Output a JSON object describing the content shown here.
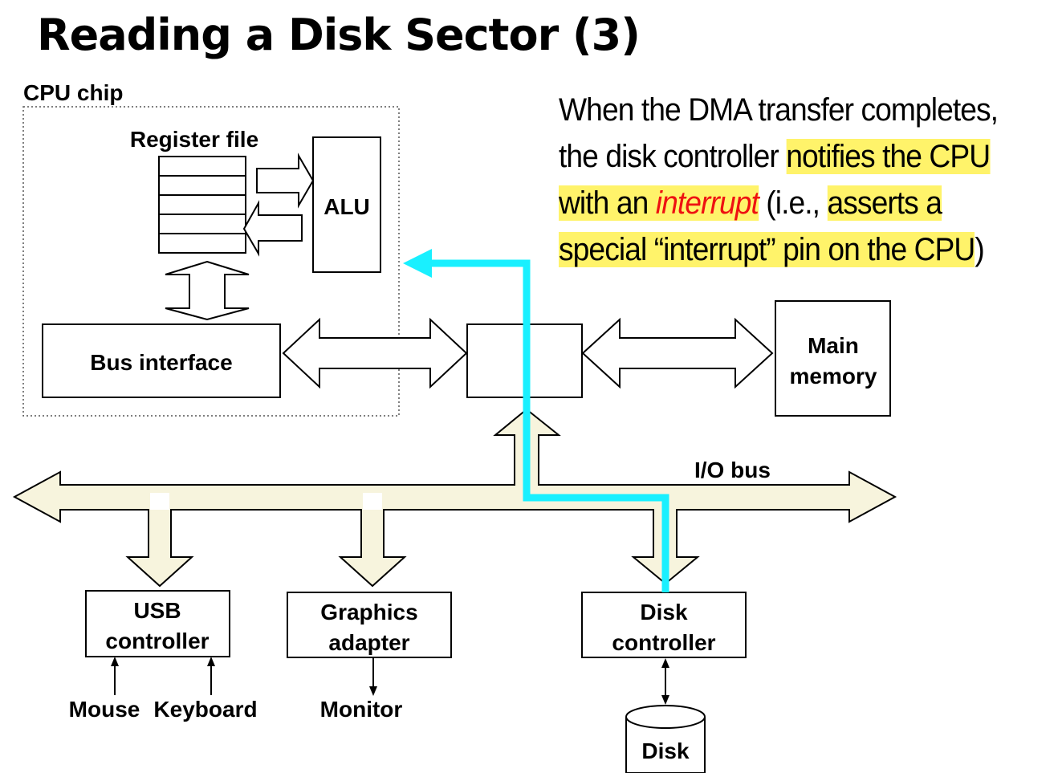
{
  "title": "Reading a Disk Sector (3)",
  "explanation": {
    "part1": "When the DMA transfer completes, the disk controller ",
    "hl1": "notifies the CPU with an ",
    "em": "interrupt",
    "part2": " (i.e., ",
    "hl2": "asserts a special “interrupt” pin on the CPU",
    "part3": ")"
  },
  "diagram": {
    "cpu_chip": "CPU chip",
    "register_file": "Register file",
    "alu": "ALU",
    "bus_interface": "Bus interface",
    "main_memory_line1": "Main",
    "main_memory_line2": "memory",
    "io_bus": "I/O bus",
    "usb_line1": "USB",
    "usb_line2": "controller",
    "graphics_line1": "Graphics",
    "graphics_line2": "adapter",
    "disk_ctrl_line1": "Disk",
    "disk_ctrl_line2": "controller",
    "mouse": "Mouse",
    "keyboard": "Keyboard",
    "monitor": "Monitor",
    "disk": "Disk"
  },
  "colors": {
    "interrupt_path": "#19f0ff",
    "bus_fill": "#f7f4dd",
    "highlight": "#fff36a",
    "emphasis": "#ee1111"
  }
}
